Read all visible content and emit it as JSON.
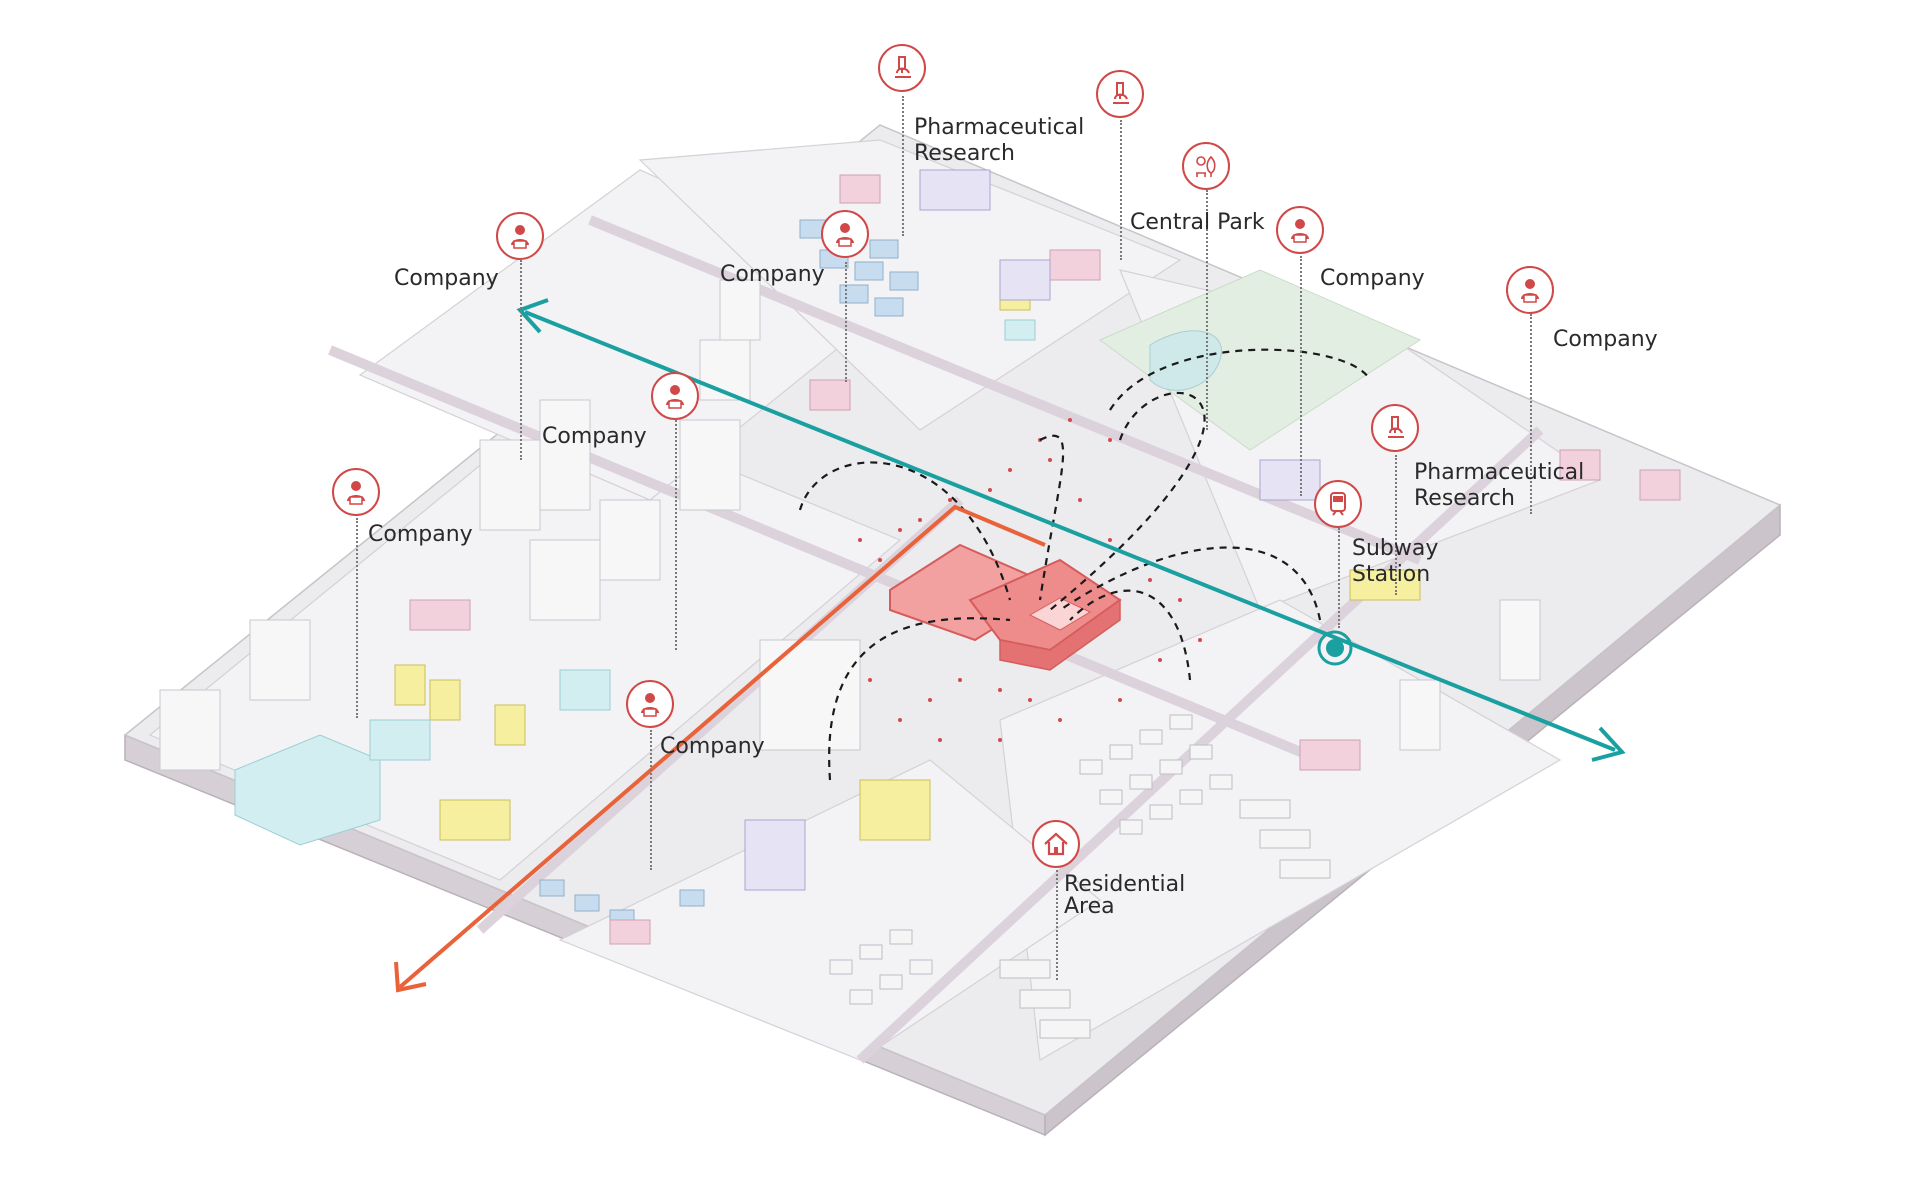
{
  "colors": {
    "base_top": "#ecebee",
    "base_side": "#d9d4d9",
    "pin_red": "#d04848",
    "axis_teal": "#1aa0a0",
    "axis_orange": "#e8623a",
    "target": "#ef8c8c"
  },
  "labels": {
    "pharma_top": "Pharmaceutical\nResearch",
    "central_park": "Central Park",
    "company_top_right": "Company",
    "company_far_right": "Company",
    "company_left_top": "Company",
    "company_upper_mid": "Company",
    "company_mid_left": "Company",
    "company_left": "Company",
    "company_bottom": "Company",
    "pharma_right": "Pharmaceutical\nResearch",
    "subway": "Subway\nStation",
    "residential": "Residential\nArea"
  },
  "icons": [
    "microscope-icon",
    "microscope-icon",
    "park-icon",
    "worker-icon",
    "worker-icon",
    "worker-icon",
    "worker-icon",
    "worker-icon",
    "worker-icon",
    "worker-icon",
    "microscope-icon",
    "train-icon",
    "house-icon"
  ]
}
